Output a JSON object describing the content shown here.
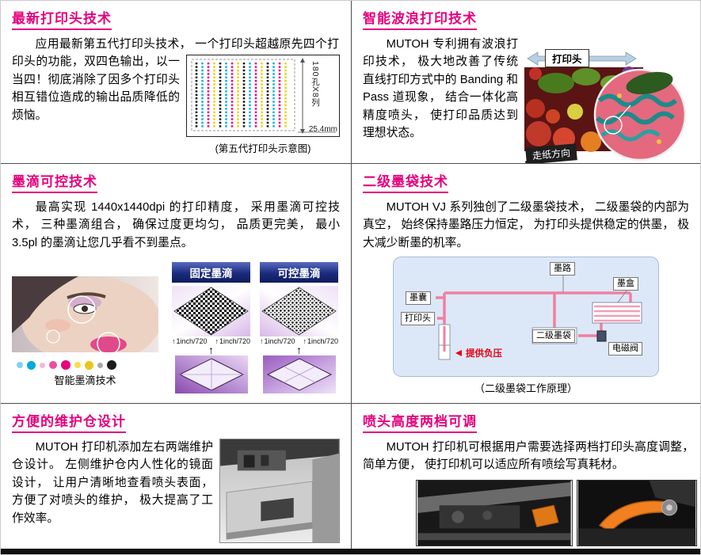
{
  "page": {
    "accent": "#e5007d"
  },
  "icons": {
    "up_arrow": "↑"
  },
  "sections": {
    "printhead": {
      "title": "最新打印头技术",
      "body": "应用最新第五代打印头技术， 一个打印头超越原先四个打印头的功能，双四色输出，以一当四！彻底消除了因多个打印头相互错位造成的输出品质降低的烦恼。",
      "caption": "(第五代打印头示意图)",
      "dim_vertical": "180孔X8列",
      "dim_horizontal": "25.4mm"
    },
    "wave": {
      "title": "智能波浪打印技术",
      "body": "MUTOH 专利拥有波浪打印技术， 极大地改善了传统直线打印方式中的 Banding 和 Pass 道现象， 结合一体化高精度喷头， 使打印品质达到理想状态。",
      "printhead_label": "打印头",
      "paper_direction_label": "走纸方向"
    },
    "inkdrop": {
      "title": "墨滴可控技术",
      "body": "最高实现 1440x1440dpi 的打印精度， 采用墨滴可控技术， 三种墨滴组合， 确保过度更均匀， 品质更完美， 最小3.5pl 的墨滴让您几乎看不到墨点。",
      "fixed_label": "固定墨滴",
      "variable_label": "可控墨滴",
      "inch_label": "1inch/720",
      "smart_caption": "智能墨滴技术"
    },
    "inkbag": {
      "title": "二级墨袋技术",
      "body": "MUTOH VJ 系列独创了二级墨袋技术， 二级墨袋的内部为真空， 始终保持墨路压力恒定， 为打印头提供稳定的供墨， 极大减少断墨的机率。",
      "caption": "（二级墨袋工作原理）",
      "labels": {
        "ink_path": "墨路",
        "ink_sac": "墨囊",
        "print_head": "打印头",
        "secondary_bag": "二级墨袋",
        "solenoid_valve": "电磁阀",
        "cartridge": "墨盒",
        "negative_pressure": "提供负压"
      }
    },
    "maintenance": {
      "title": "方便的维护仓设计",
      "body": "MUTOH 打印机添加左右两端维护仓设计。 左侧维护仓内人性化的镜面设计， 让用户清晰地查看喷头表面，方便了对喷头的维护， 极大提高了工作效率。"
    },
    "height_adjust": {
      "title": "喷头高度两档可调",
      "body": "MUTOH 打印机可根据用户需要选择两档打印头高度调整， 简单方便， 使打印机可以适应所有喷绘写真耗材。"
    }
  }
}
